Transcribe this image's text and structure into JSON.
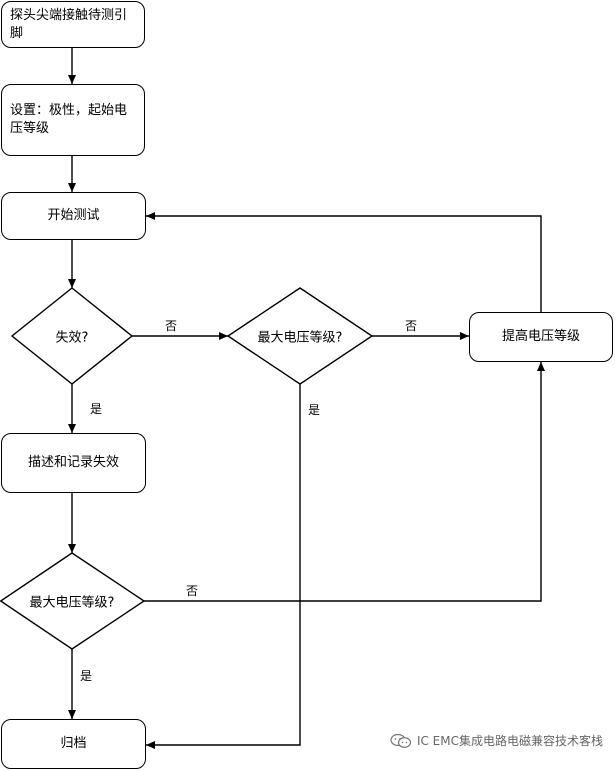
{
  "nodes": {
    "probe": "探头尖端接触待测引脚",
    "setup": "设置：极性，起始电压等级",
    "start": "开始测试",
    "describe": "描述和记录失效",
    "archive": "归档",
    "raise": "提高电压等级"
  },
  "decisions": {
    "fail": "失效?",
    "maxv1": "最大电压等级?",
    "maxv2": "最大电压等级?"
  },
  "edges": {
    "fail_no": "否",
    "fail_yes": "是",
    "maxv1_no": "否",
    "maxv1_yes": "是",
    "maxv2_no": "否",
    "maxv2_yes": "是"
  },
  "watermark": {
    "text": "IC EMC集成电路电磁兼容技术客栈",
    "icon": "wechat-icon"
  }
}
